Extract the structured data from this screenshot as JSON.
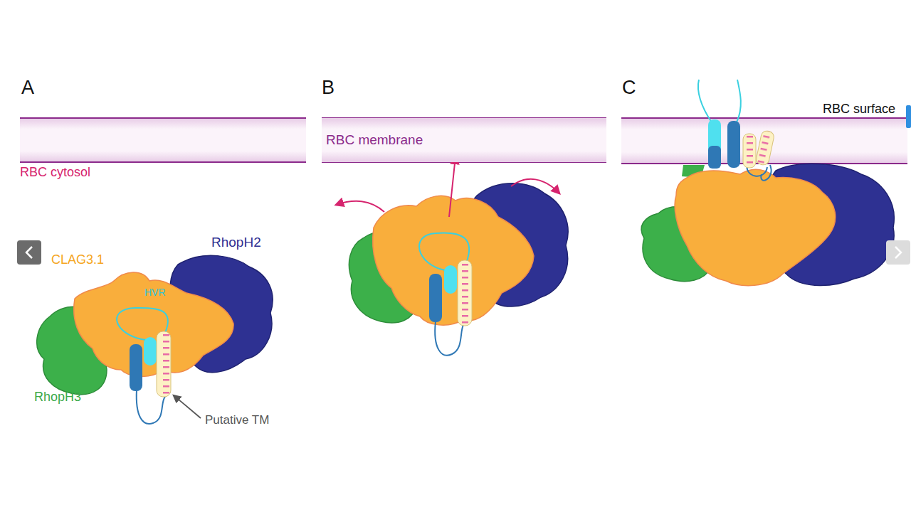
{
  "diagram": {
    "nodes": [
      {
        "text": [
          "RBC membrane"
        ]
      }
    ],
    "labels": [
      "A",
      "B",
      "C",
      "RBC cytosol",
      "CLAG3.1",
      "HVR",
      "RhopH2",
      "RhopH3",
      "Putative TM",
      "RBC surface"
    ]
  }
}
